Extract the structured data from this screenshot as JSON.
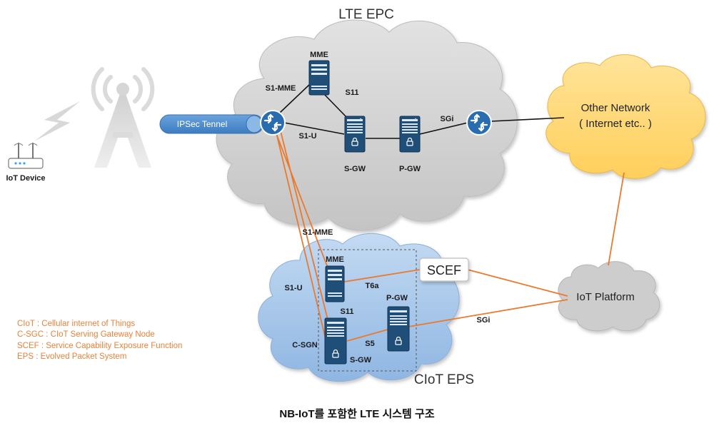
{
  "colors": {
    "epc_cloud": "#d3d3d3",
    "eps_cloud": "#a9c8ea",
    "other_cloud": "#ffd97a",
    "iot_platform_cloud": "#cfcfcf",
    "orange_link": "#ea7a2e",
    "server_blue": "#1f4e79",
    "router_blue": "#2a6cb0",
    "tunnel_blue": "#4f8fd0",
    "legend_orange": "#e8823a"
  },
  "epc": {
    "title": "LTE EPC",
    "mme": "MME",
    "s1mme": "S1-MME",
    "s11": "S11",
    "s1u": "S1-U",
    "sgw": "S-GW",
    "pgw": "P-GW",
    "sgi": "SGi"
  },
  "tunnel": {
    "label": "IPSec Tennel"
  },
  "device": {
    "label": "IoT Device"
  },
  "other_network": {
    "line1": "Other Network",
    "line2": "( Internet etc.. )"
  },
  "eps": {
    "title": "CIoT EPS",
    "s1mme": "S1-MME",
    "s1u": "S1-U",
    "mme": "MME",
    "t6a": "T6a",
    "pgw": "P-GW",
    "s11": "S11",
    "cgsn": "C-SGN",
    "s5": "S5",
    "sgw": "S-GW",
    "sgi": "SGi"
  },
  "scef": {
    "label": "SCEF"
  },
  "iot_platform": {
    "label": "IoT Platform"
  },
  "legend": [
    "CIoT : Cellular internet of Things",
    "C-SGC : CIoT Serving Gateway Node",
    "SCEF : Service Capability Exposure Function",
    "EPS : Evolved Packet System"
  ],
  "caption": "NB-IoT를 포함한 LTE 시스템 구조"
}
